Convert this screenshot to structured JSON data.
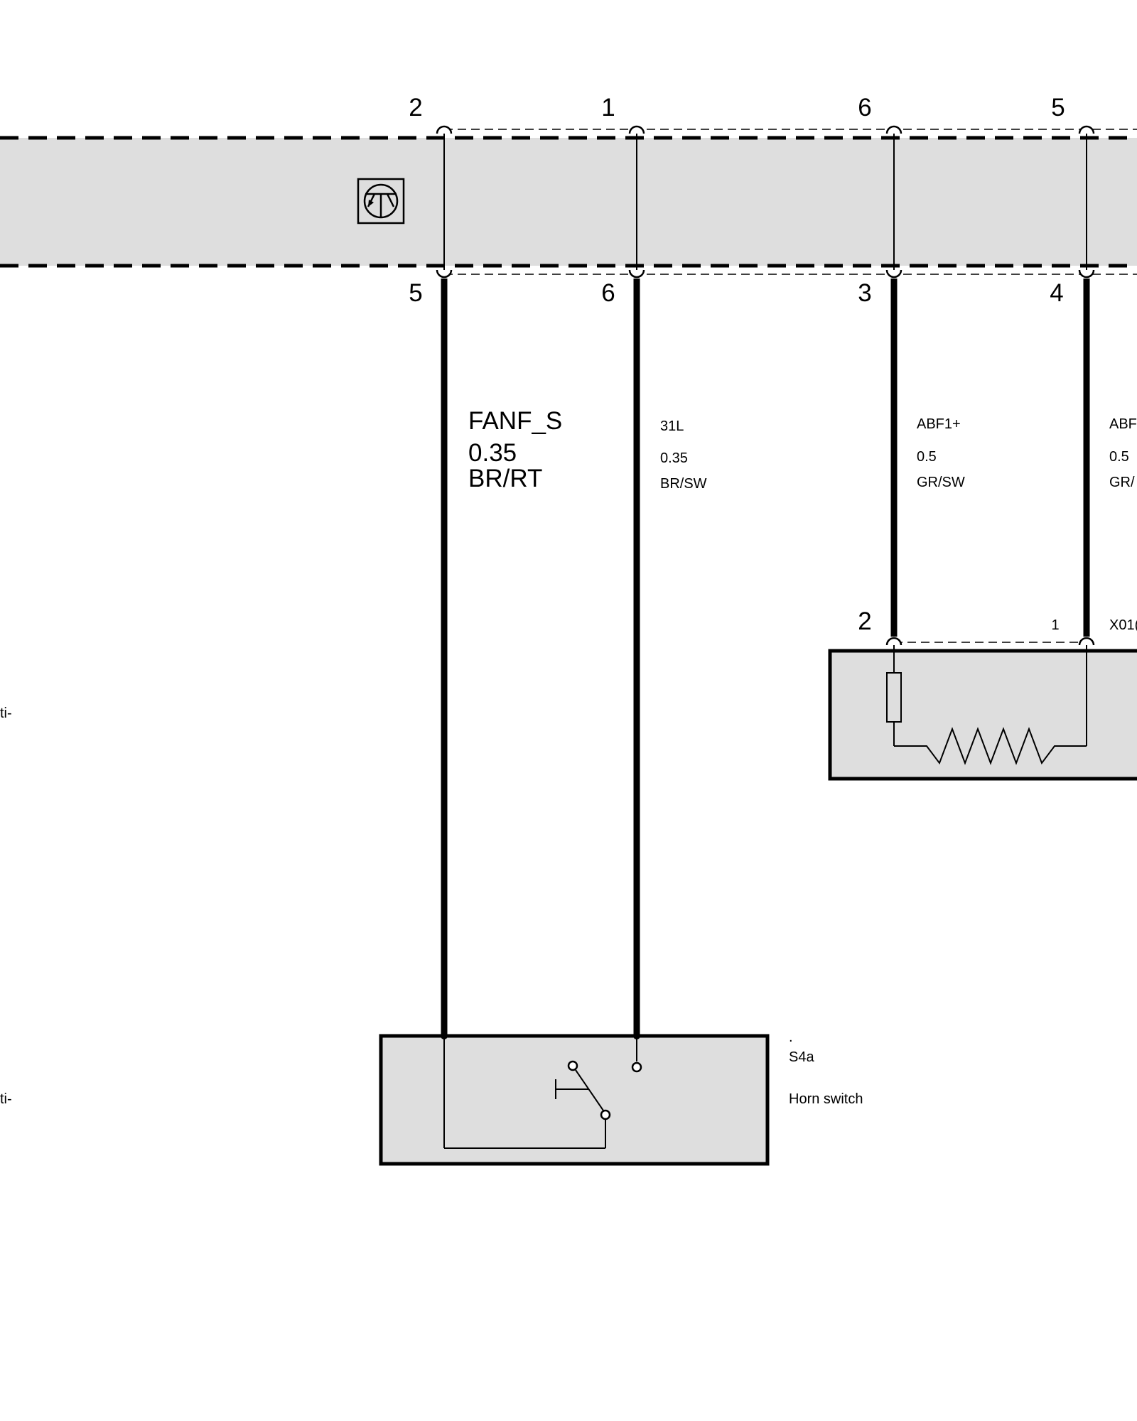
{
  "top_module": {
    "pins_top": [
      "2",
      "1",
      "6",
      "5"
    ],
    "pins_bottom": [
      "5",
      "6",
      "3",
      "4"
    ]
  },
  "wires": [
    {
      "signal": "FANF_S",
      "gauge": "0.35",
      "color": "BR/RT"
    },
    {
      "signal": "31L",
      "gauge": "0.35",
      "color": "BR/SW"
    },
    {
      "signal": "ABF1+",
      "gauge": "0.5",
      "color": "GR/SW"
    },
    {
      "signal": "ABF",
      "gauge": "0.5",
      "color": "GR/"
    }
  ],
  "resistor_module": {
    "pin_left": "2",
    "pin_right": "1",
    "connector": "X01("
  },
  "horn_switch": {
    "dot": ".",
    "id": "S4a",
    "name": "Horn switch"
  },
  "left_edge_fragments": [
    "ti-",
    "ti-"
  ]
}
